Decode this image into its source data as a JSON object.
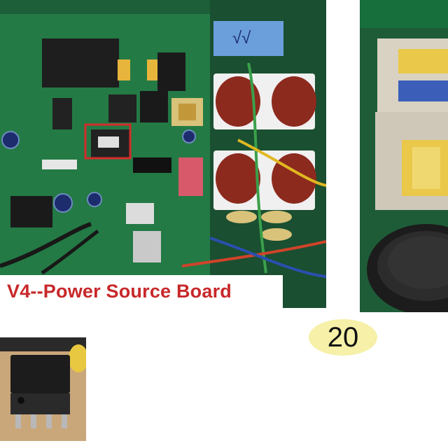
{
  "caption": {
    "text": "V4--Power Source Board",
    "color": "#c8282a"
  },
  "page_number": {
    "text": "20",
    "highlight_color": "#f6f0a8"
  },
  "photos": {
    "main": {
      "subject": "green power source circuit board",
      "highlight_box_color": "#d62b2b"
    },
    "right": {
      "subject": "transformer close-up"
    },
    "chip": {
      "subject": "8-pin IC chip close-up"
    }
  },
  "capacitor_label": {
    "text": "√√"
  }
}
